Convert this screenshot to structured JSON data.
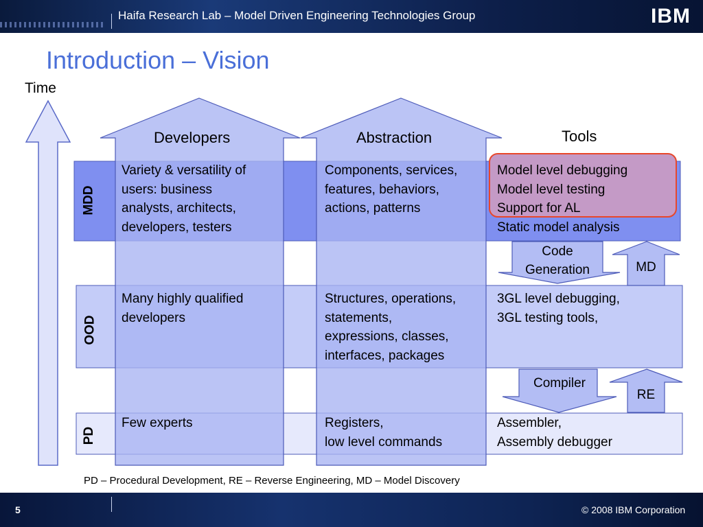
{
  "header": {
    "title": "Haifa Research Lab – Model Driven Engineering Technologies Group",
    "logo": "IBM"
  },
  "page_title": "Introduction – Vision",
  "time_label": "Time",
  "columns": {
    "developers": "Developers",
    "abstraction": "Abstraction",
    "tools": "Tools"
  },
  "rows": {
    "mdd": {
      "label": "MDD",
      "developers": [
        "Variety & versatility of",
        "users: business",
        "analysts, architects,",
        "developers, testers"
      ],
      "abstraction": [
        "Components, services,",
        "features, behaviors,",
        "actions, patterns"
      ],
      "tools": [
        "Model level debugging",
        "Model level testing",
        "Support for AL",
        "Static model analysis"
      ]
    },
    "ood": {
      "label": "OOD",
      "developers": [
        "Many highly qualified",
        "developers"
      ],
      "abstraction": [
        "Structures, operations,",
        "statements,",
        "expressions, classes,",
        "interfaces, packages"
      ],
      "tools": [
        "3GL level debugging,",
        "3GL testing tools,"
      ]
    },
    "pd": {
      "label": "PD",
      "developers": [
        "Few experts"
      ],
      "abstraction": [
        "Registers,",
        "low level commands"
      ],
      "tools": [
        "Assembler,",
        "Assembly debugger"
      ]
    }
  },
  "transitions": {
    "code_generation": [
      "Code",
      "Generation"
    ],
    "md": "MD",
    "compiler": "Compiler",
    "re": "RE"
  },
  "footnote": "PD – Procedural Development,  RE – Reverse Engineering, MD – Model Discovery",
  "footer": {
    "page_number": "5",
    "copyright": "© 2008 IBM Corporation"
  },
  "colors": {
    "title": "#4a6fd8",
    "column_fill": "#a8b3f2",
    "row_mdd": "#7f8ff0",
    "row_ood": "#c4ccf8",
    "row_pd": "#e6e9fc",
    "highlight_fill": "#c49ac6",
    "highlight_border": "#e8472b"
  }
}
